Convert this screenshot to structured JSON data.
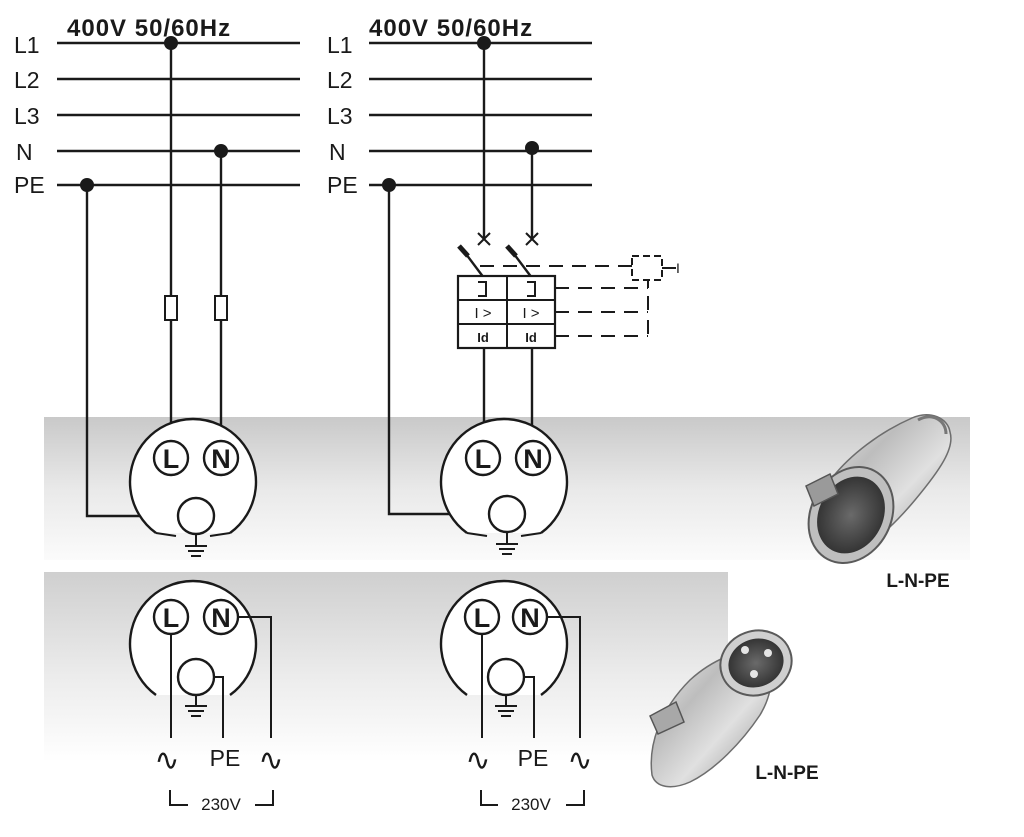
{
  "left_supply": {
    "voltage": "400V 50/60Hz",
    "lines": [
      "L1",
      "L2",
      "L3",
      "N",
      "PE"
    ]
  },
  "right_supply": {
    "voltage": "400V 50/60Hz",
    "lines": [
      "L1",
      "L2",
      "L3",
      "N",
      "PE"
    ]
  },
  "rcbo": {
    "overcurrent_label": "I >",
    "residual_label": "Id",
    "test_label": "I"
  },
  "socket_pins": {
    "live": "L",
    "neutral": "N"
  },
  "outputs": {
    "phase_symbol": "∿",
    "earth_label": "PE",
    "voltage": "230V"
  },
  "products": {
    "socket_caption": "L-N-PE",
    "plug_caption": "L-N-PE"
  }
}
